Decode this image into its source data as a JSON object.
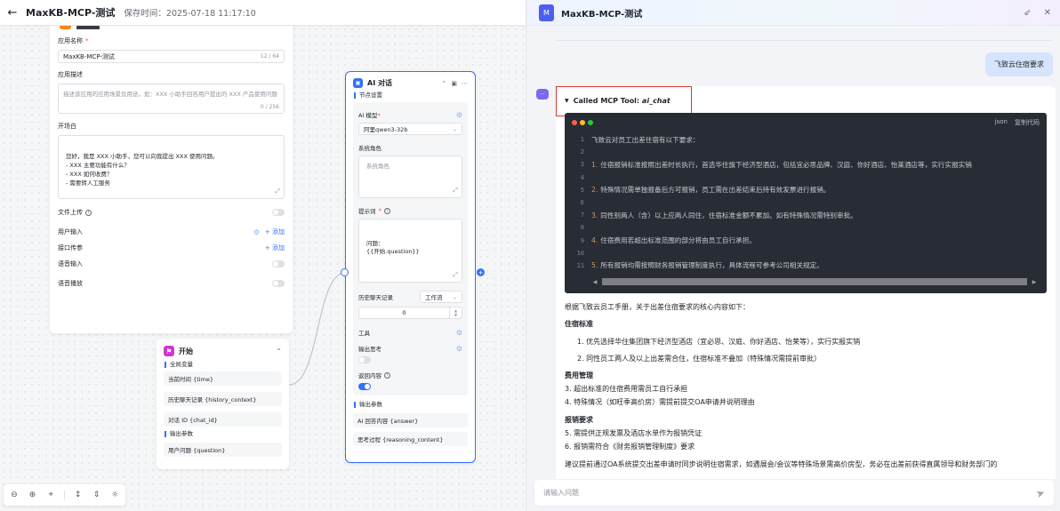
{
  "header": {
    "title": "MaxKB-MCP-测试",
    "save_time": "保存时间：2025-07-18 11:17:10"
  },
  "base_node": {
    "app_name_label": "应用名称",
    "app_name_value": "MaxKB-MCP-测试",
    "app_name_count": "12 / 64",
    "desc_label": "应用描述",
    "desc_placeholder": "描述该应用的应用场景及用途，如：XXX 小助手回答用户提出的 XXX 产品使用问题",
    "desc_count": "0 / 256",
    "prologue_label": "开场白",
    "prologue_text": "您好，我是 XXX 小助手，您可以向我提出 XXX 使用问题。\n- XXX 主要功能有什么？\n- XXX 如何收费？\n- 需要转人工服务",
    "file_upload_label": "文件上传",
    "user_input_label": "用户输入",
    "api_params_label": "接口传参",
    "voice_input_label": "语音输入",
    "voice_play_label": "语音播放",
    "add_label": "+ 添加"
  },
  "start_node": {
    "title": "开始",
    "global_vars_label": "全局变量",
    "global_vars": [
      "当前时间 {time}",
      "历史聊天记录 {history_context}",
      "对话 ID {chat_id}"
    ],
    "output_label": "输出参数",
    "outputs": [
      "用户问题 {question}"
    ]
  },
  "ai_node": {
    "title": "AI 对话",
    "node_settings_label": "节点设置",
    "model_label": "AI 模型",
    "model_value": "阿里qwen3-32b",
    "system_role_label": "系统角色",
    "system_role_placeholder": "系统角色",
    "prompt_label": "提示词",
    "prompt_value": "问题：\n{{开始.question}}",
    "history_label": "历史聊天记录",
    "history_select": "工作流",
    "history_count": "0",
    "tools_label": "工具",
    "output_thinking_label": "输出思考",
    "return_content_label": "返回内容",
    "output_params_label": "输出参数",
    "outputs": [
      "AI 回答内容 {answer}",
      "思考过程 {reasoning_content}"
    ]
  },
  "canvas_toolbar": {
    "buttons": [
      "zoom-out",
      "zoom-in",
      "fit-view",
      "collapse-all",
      "expand-all",
      "auto-layout"
    ]
  },
  "chat": {
    "avatar_letter": "M",
    "title": "MaxKB-MCP-测试",
    "user_message": "飞致云住宿要求",
    "tool_call_prefix": "Called MCP Tool: ",
    "tool_name": "ai_chat",
    "code_lang": "json",
    "copy_code_label": "复制代码",
    "code_lines": [
      {
        "n": "1",
        "prefix": "",
        "text": "飞致云对员工出差住宿有以下要求："
      },
      {
        "n": "2",
        "prefix": "",
        "text": ""
      },
      {
        "n": "3",
        "prefix": "1.",
        "text": "住宿报销标准按照出差时长执行，首选华住旗下经济型酒店，包括宜必思品牌、汉庭、你好酒店、怡莱酒店等，实行实报实销"
      },
      {
        "n": "4",
        "prefix": "",
        "text": ""
      },
      {
        "n": "5",
        "prefix": "2.",
        "text": "特殊情况需单独报备后方可报销，员工需在出差结束后持有效发票进行报销。"
      },
      {
        "n": "6",
        "prefix": "",
        "text": ""
      },
      {
        "n": "7",
        "prefix": "3.",
        "text": "同性别两人（含）以上应两人同住，住宿标准金额不累加。如有特殊情况需特别审批。"
      },
      {
        "n": "8",
        "prefix": "",
        "text": ""
      },
      {
        "n": "9",
        "prefix": "4.",
        "text": "住宿费用若超出标准范围的部分将由员工自行承担。"
      },
      {
        "n": "10",
        "prefix": "",
        "text": ""
      },
      {
        "n": "11",
        "prefix": "5.",
        "text": "所有报销均需按照财务报销管理制度执行，具体流程可参考公司相关规定。"
      }
    ],
    "answer": {
      "intro": "根据飞致云员工手册，关于出差住宿要求的核心内容如下：",
      "section1_title": "住宿标准",
      "section1_items": [
        "1. 优先选择华住集团旗下经济型酒店（宜必思、汉庭、你好酒店、怡莱等），实行实报实销",
        "2. 同性员工两人及以上出差需合住，住宿标准不叠加（特殊情况需提前审批）"
      ],
      "section2_title": "费用管理",
      "section2_items": [
        "3. 超出标准的住宿费用需员工自行承担",
        "4. 特殊情况（如旺季高价房）需提前提交OA申请并说明理由"
      ],
      "section3_title": "报销要求",
      "section3_items": [
        "5. 需提供正规发票及酒店水单作为报销凭证",
        "6. 报销需符合《财务报销管理制度》要求"
      ],
      "conclusion": "建议提前通过OA系统提交出差申请时同步说明住宿需求，如遇展会/会议等特殊场景需高价房型，务必在出差前获得直属领导和财务部门的"
    },
    "input_placeholder": "请输入问题"
  },
  "colors": {
    "accent": "#3370ff",
    "code_bg": "#282c34",
    "highlight_box": "#d83931",
    "user_bubble": "#d6e4fd"
  }
}
